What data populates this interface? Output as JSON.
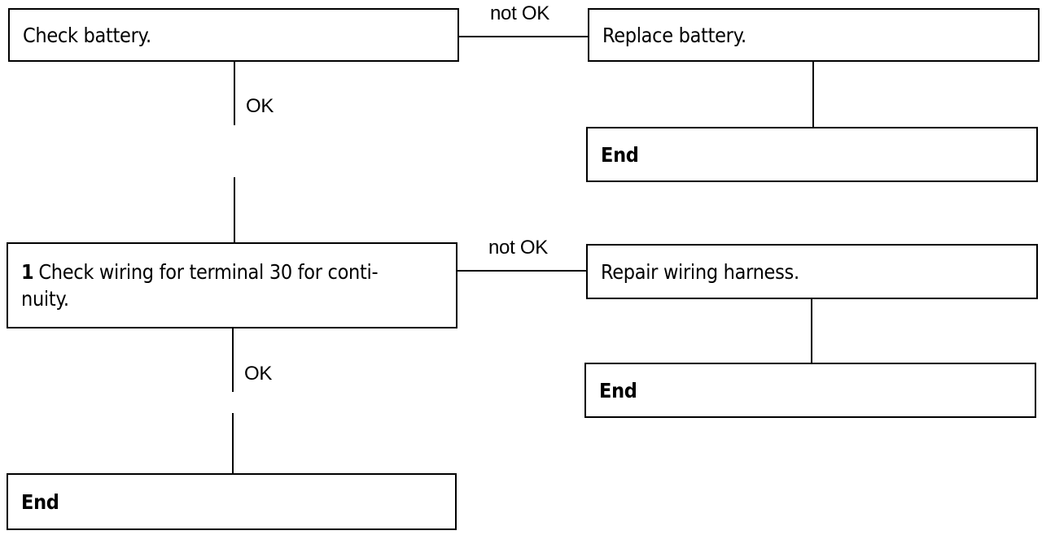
{
  "steps": {
    "check_battery": "Check battery.",
    "replace_battery": "Replace battery.",
    "end_1": "End",
    "check_wiring_number": "1",
    "check_wiring_text": "Check wiring for terminal 30 for conti-",
    "check_wiring_text_2": "nuity.",
    "repair_wiring": "Repair wiring harness.",
    "end_2": "End",
    "end_3": "End"
  },
  "labels": {
    "not_ok_1": "not OK",
    "ok_1": "OK",
    "not_ok_2": "not OK",
    "ok_2": "OK"
  }
}
